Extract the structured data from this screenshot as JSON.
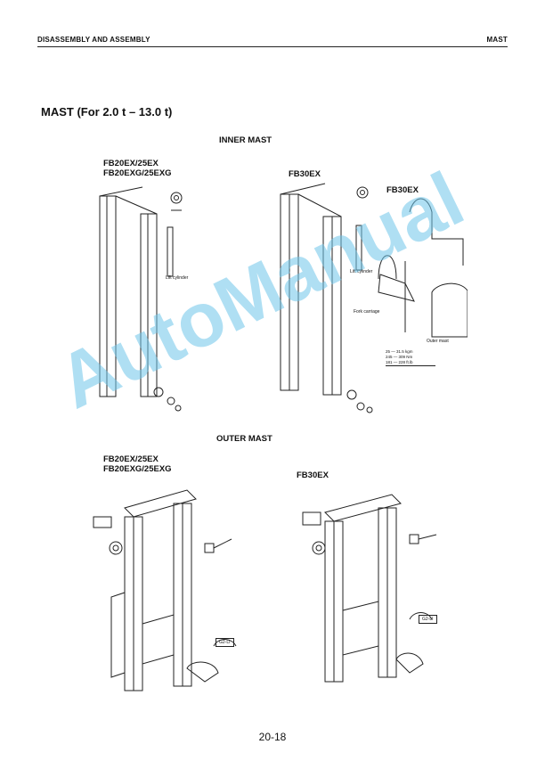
{
  "header": {
    "left": "DISASSEMBLY AND ASSEMBLY",
    "right": "MAST"
  },
  "title": "MAST (For 2.0 t – 13.0 t)",
  "inner_mast": {
    "heading": "INNER MAST",
    "left_model_1": "FB20EX/25EX",
    "left_model_2": "FB20EXG/25EXG",
    "right_model": "FB30EX",
    "right_model_2": "FB30EX",
    "lift_cylinder_left": "Lift cylinder",
    "lift_cylinder_right": "Lift cylinder",
    "fork_carriage": "Fork carriage",
    "outer_mast": "Outer mast",
    "spec_1": "25 — 31.5 kgm",
    "spec_2": "245 — 309 Nm",
    "spec_3": "181 — 228 ft.lb"
  },
  "outer_mast": {
    "heading": "OUTER MAST",
    "left_model_1": "FB20EX/25EX",
    "left_model_2": "FB20EXG/25EXG",
    "right_model": "FB30EX",
    "grease_left": "G2-LI",
    "grease_right": "G2-LI"
  },
  "page_number": "20-18",
  "watermark": "AutoManual"
}
